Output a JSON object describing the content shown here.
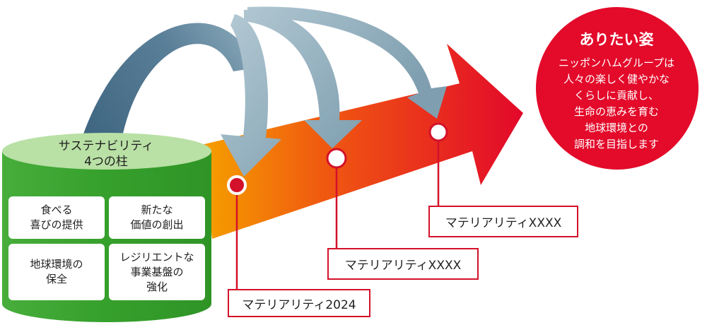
{
  "pillars": {
    "title": "サステナビリティ\n4つの柱",
    "items": [
      {
        "label": "食べる\n喜びの提供"
      },
      {
        "label": "新たな\n価値の創出"
      },
      {
        "label": "地球環境の\n保全"
      },
      {
        "label": "レジリエントな\n事業基盤の\n強化"
      }
    ]
  },
  "materialities": [
    {
      "label": "マテリアリティ2024"
    },
    {
      "label": "マテリアリティXXXX"
    },
    {
      "label": "マテリアリティXXXX"
    }
  ],
  "goal": {
    "title": "ありたい姿",
    "body": "ニッポンハムグループは\n人々の楽しく健やかな\nくらしに貢献し、\n生命の恵みを育む\n地球環境との\n調和を目指します"
  },
  "colors": {
    "accent_red": "#e30a2a",
    "arrow_orange": "#f39300",
    "cylinder_green": "#3daa35",
    "cylinder_top": "#b9e0a5",
    "curve_dark": "#466b85",
    "curve_light": "#a8c1cc"
  }
}
